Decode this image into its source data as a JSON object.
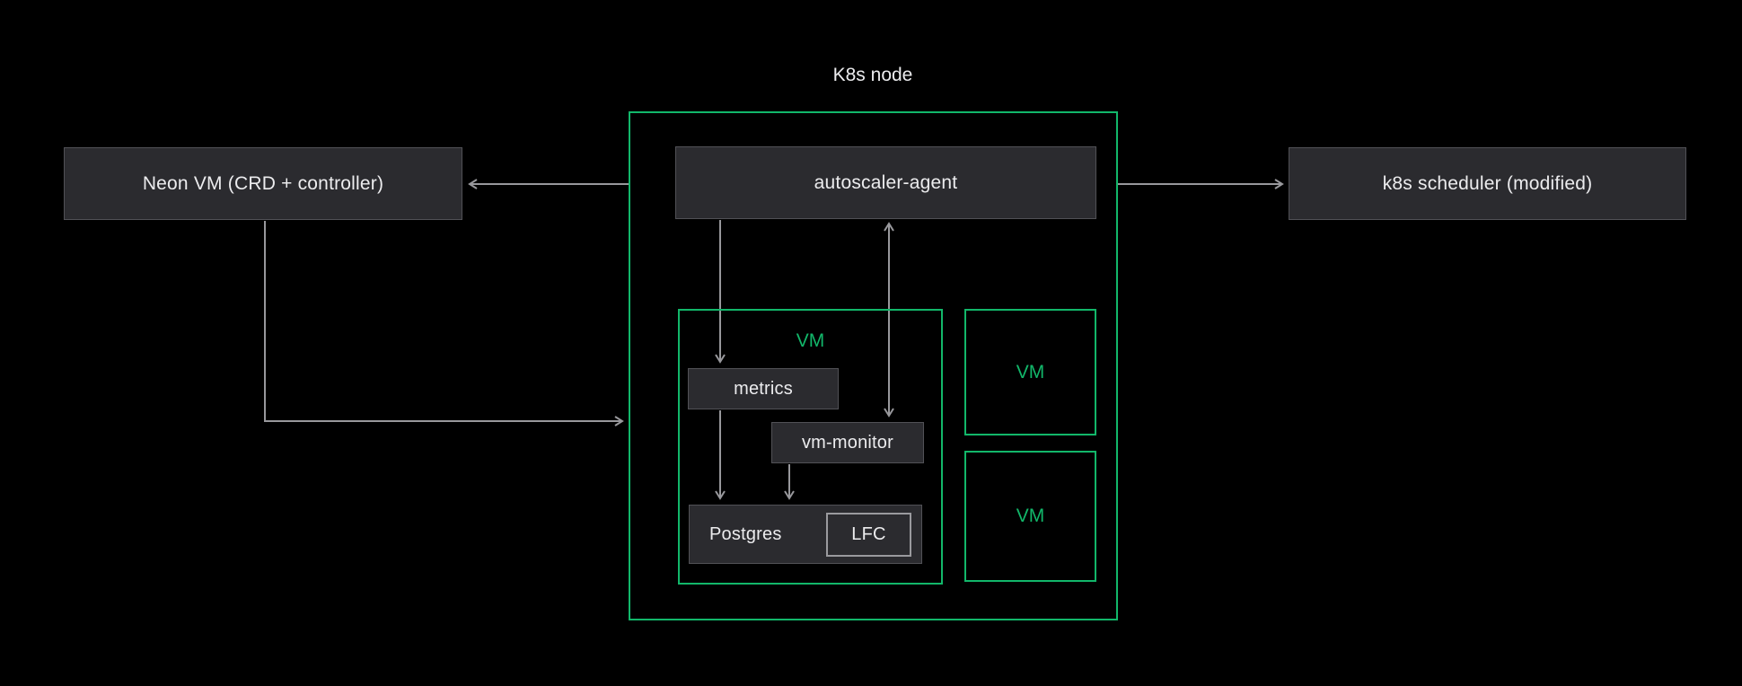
{
  "title": "K8s node",
  "nodes": {
    "neon_vm": "Neon VM (CRD + controller)",
    "autoscaler_agent": "autoscaler-agent",
    "k8s_scheduler": "k8s scheduler (modified)",
    "vm_outer": "VM",
    "metrics": "metrics",
    "vm_monitor": "vm-monitor",
    "postgres": "Postgres",
    "lfc": "LFC",
    "vm_top": "VM",
    "vm_bottom": "VM"
  },
  "colors": {
    "background": "#000000",
    "green": "#12b76a",
    "box_fill": "#2b2b2f",
    "box_border": "#515156",
    "lfc_border": "#9a9a9e",
    "text": "#ececee",
    "arrow": "#98989c"
  }
}
